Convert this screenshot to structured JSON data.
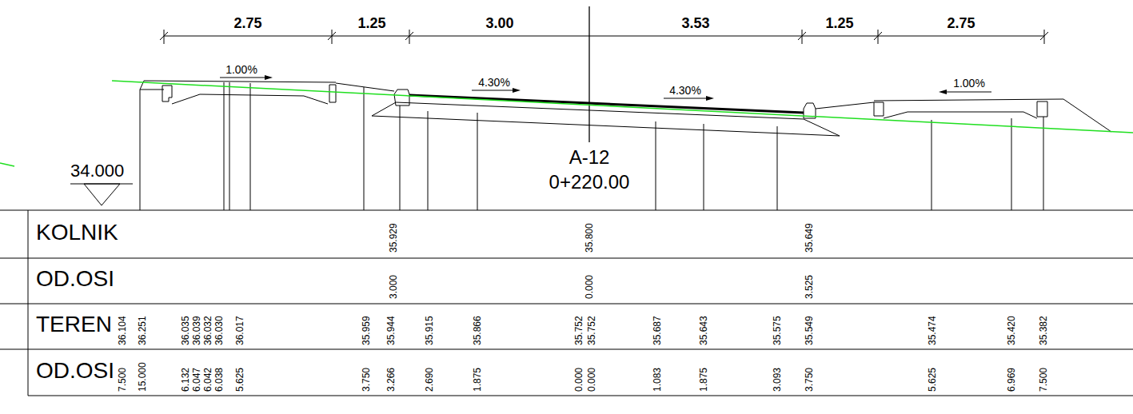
{
  "diagram": {
    "labels": [
      "2.75",
      "1.25",
      "3.00",
      "3.53",
      "1.25",
      "2.75",
      "1.00%",
      "4.30%",
      "4.30%",
      "1.00%",
      "34.000",
      "A-12",
      "0+220.00",
      "KOLNIK",
      "OD.OSI",
      "TEREN",
      "OD.OSI",
      "35.929",
      "35.800",
      "35.649",
      "3.000",
      "0.000",
      "3.525",
      "36.104",
      "36.251",
      "36.035",
      "36.039",
      "36.032",
      "36.030",
      "36.017",
      "35.959",
      "35.944",
      "35.915",
      "35.866",
      "35.752",
      "35.752",
      "35.687",
      "35.643",
      "35.575",
      "35.549",
      "35.474",
      "35.420",
      "35.382",
      "7.500",
      "15.000",
      "6.132",
      "6.047",
      "6.042",
      "6.038",
      "5.625",
      "3.750",
      "3.266",
      "2.690",
      "1.875",
      "0.000",
      "0.000",
      "1.083",
      "1.875",
      "3.093",
      "3.750",
      "5.625",
      "6.969",
      "7.500"
    ]
  }
}
